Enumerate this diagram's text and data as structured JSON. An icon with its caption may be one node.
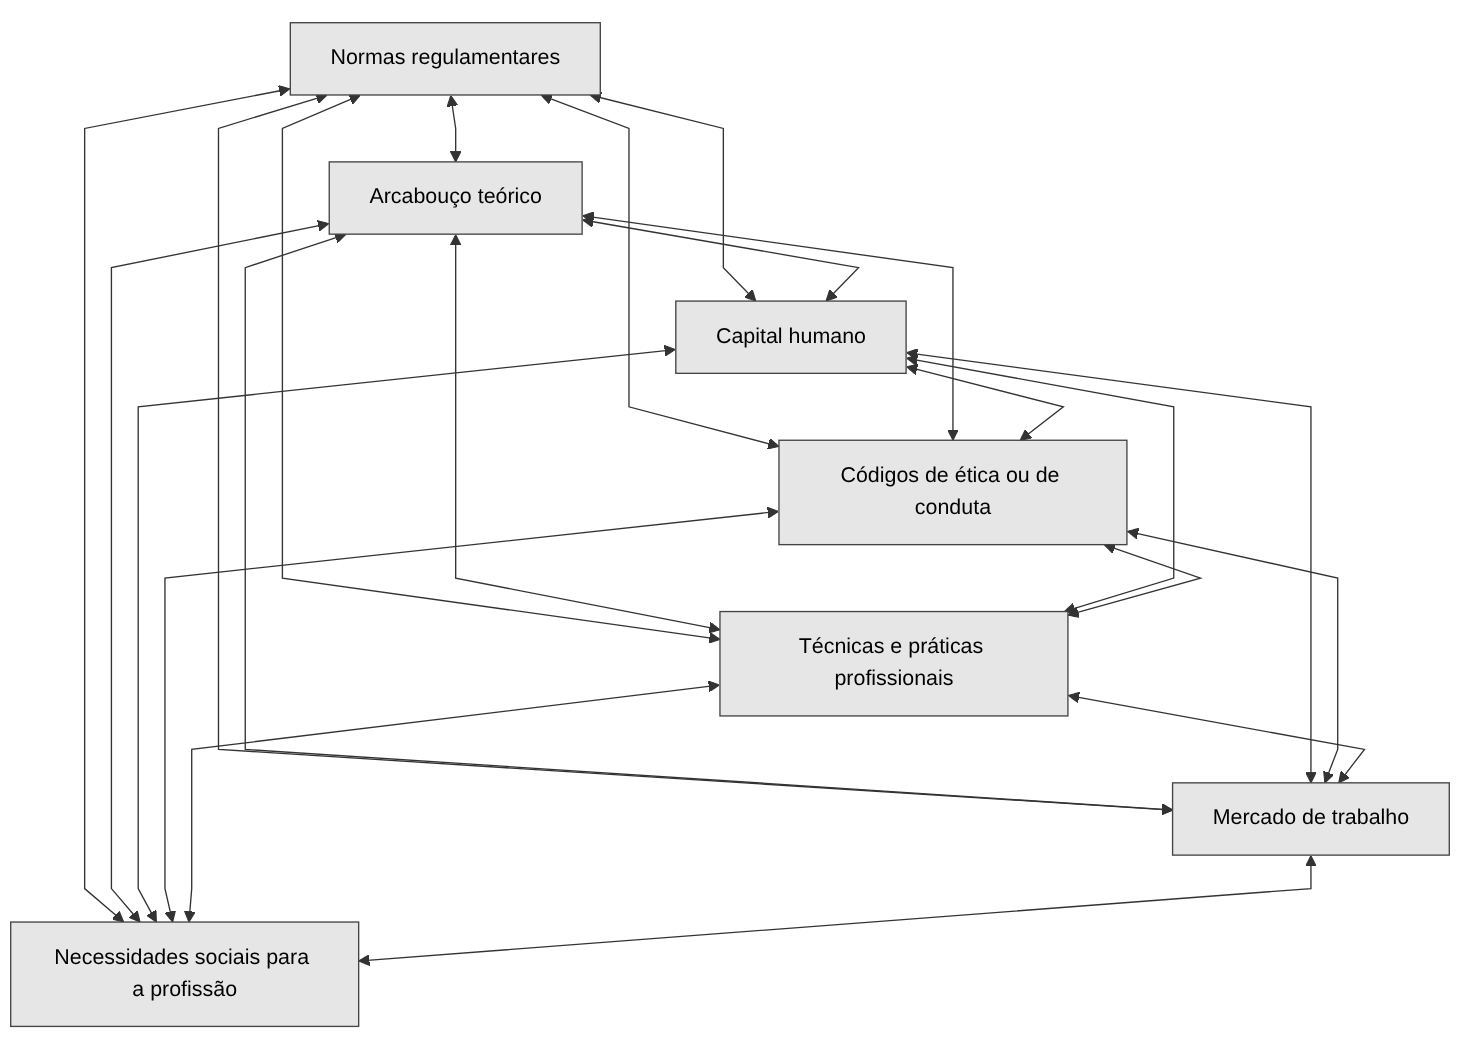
{
  "diagram": {
    "nodes": [
      {
        "text": [
          "Normas regulamentares"
        ]
      },
      {
        "text": [
          "Arcabouço teórico"
        ]
      },
      {
        "text": [
          "Capital humano"
        ]
      },
      {
        "text": [
          "Códigos de ética ou de conduta"
        ]
      },
      {
        "text": [
          "Técnicas e práticas profissionais"
        ]
      },
      {
        "text": [
          "Mercado de trabalho"
        ]
      },
      {
        "text": [
          "Necessidades sociais para a profissão"
        ]
      }
    ],
    "edges": [
      {
        "from": 0,
        "to": 1,
        "arrow": "both"
      },
      {
        "from": 0,
        "to": 3,
        "arrow": "both"
      },
      {
        "from": 0,
        "to": 2,
        "arrow": "both"
      },
      {
        "from": 0,
        "to": 4,
        "arrow": "both"
      },
      {
        "from": 0,
        "to": 6,
        "arrow": "both"
      },
      {
        "from": 0,
        "to": 5,
        "arrow": "both"
      },
      {
        "from": 1,
        "to": 3,
        "arrow": "both"
      },
      {
        "from": 1,
        "to": 2,
        "arrow": "both"
      },
      {
        "from": 1,
        "to": 4,
        "arrow": "both"
      },
      {
        "from": 1,
        "to": 5,
        "arrow": "both"
      },
      {
        "from": 1,
        "to": 6,
        "arrow": "both"
      },
      {
        "from": 2,
        "to": 3,
        "arrow": "both"
      },
      {
        "from": 2,
        "to": 4,
        "arrow": "both"
      },
      {
        "from": 2,
        "to": 6,
        "arrow": "both"
      },
      {
        "from": 2,
        "to": 5,
        "arrow": "both"
      },
      {
        "from": 3,
        "to": 4,
        "arrow": "both"
      },
      {
        "from": 3,
        "to": 5,
        "arrow": "both"
      },
      {
        "from": 3,
        "to": 6,
        "arrow": "both"
      },
      {
        "from": 4,
        "to": 5,
        "arrow": "both"
      },
      {
        "from": 4,
        "to": 6,
        "arrow": "both"
      },
      {
        "from": 5,
        "to": 6,
        "arrow": "both"
      }
    ]
  }
}
